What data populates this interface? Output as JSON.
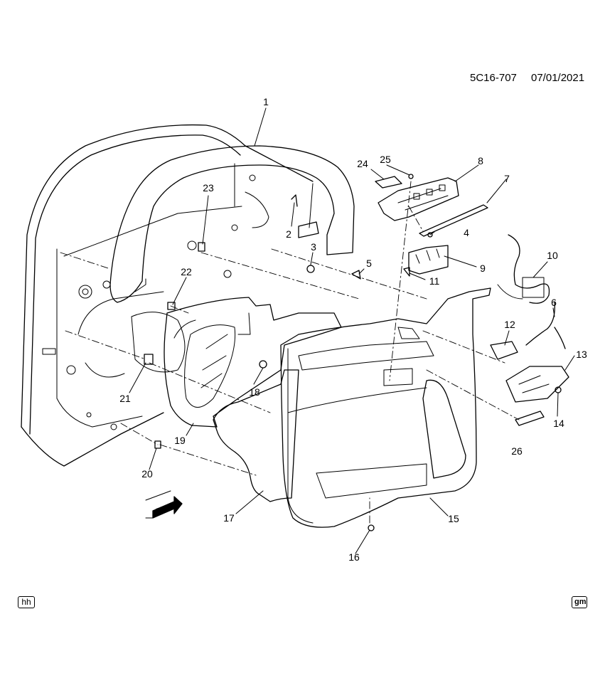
{
  "figure": {
    "ref_code": "5C16-707",
    "date": "07/01/2021",
    "front_marker": "FRT",
    "badge_left": "hh",
    "badge_right": "gm"
  },
  "parts": [
    {
      "id": "1",
      "label": "1"
    },
    {
      "id": "2",
      "label": "2"
    },
    {
      "id": "3",
      "label": "3"
    },
    {
      "id": "4",
      "label": "4"
    },
    {
      "id": "5",
      "label": "5"
    },
    {
      "id": "6",
      "label": "6"
    },
    {
      "id": "7",
      "label": "7"
    },
    {
      "id": "8",
      "label": "8"
    },
    {
      "id": "9",
      "label": "9"
    },
    {
      "id": "10",
      "label": "10"
    },
    {
      "id": "11",
      "label": "11"
    },
    {
      "id": "12",
      "label": "12"
    },
    {
      "id": "13",
      "label": "13"
    },
    {
      "id": "14",
      "label": "14"
    },
    {
      "id": "15",
      "label": "15"
    },
    {
      "id": "16",
      "label": "16"
    },
    {
      "id": "17",
      "label": "17"
    },
    {
      "id": "18",
      "label": "18"
    },
    {
      "id": "19",
      "label": "19"
    },
    {
      "id": "20",
      "label": "20"
    },
    {
      "id": "21",
      "label": "21"
    },
    {
      "id": "22",
      "label": "22"
    },
    {
      "id": "23",
      "label": "23"
    },
    {
      "id": "24",
      "label": "24"
    },
    {
      "id": "25",
      "label": "25"
    },
    {
      "id": "26",
      "label": "26"
    }
  ]
}
